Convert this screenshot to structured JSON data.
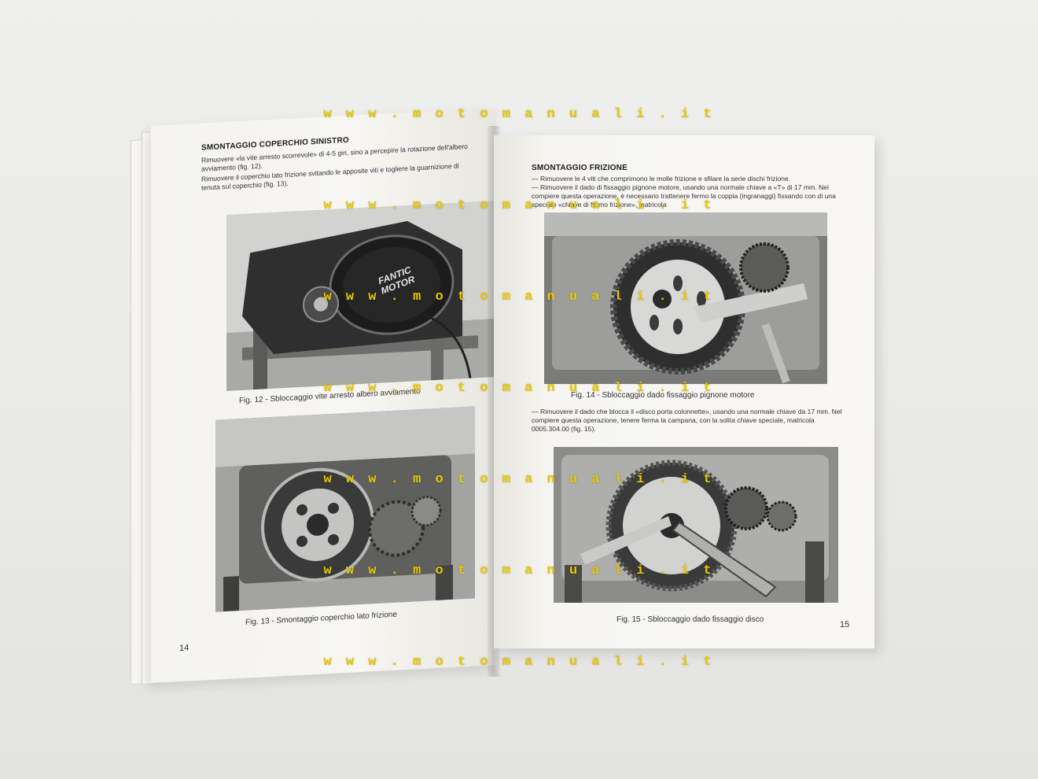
{
  "watermark": "w w w . m o t o m a n u a l i . i t",
  "left_page": {
    "heading": "SMONTAGGIO COPERCHIO SINISTRO",
    "para1": "Rimuovere «la vite arresto scorrevole» di 4-5 giri, sino a percepire la rotazione dell'albero avviamento (fig. 12).",
    "para2": "Rimuovere il coperchio lato frizione svitando le apposite viti e togliere la guarnizione di tenuta sul coperchio (fig. 13).",
    "logo_line1": "FANTIC",
    "logo_line2": "MOTOR",
    "caption_fig12": "Fig. 12 - Sbloccaggio vite arresto albero avviamento",
    "caption_fig13": "Fig. 13 - Smontaggio coperchio lato frizione",
    "page_number": "14"
  },
  "right_page": {
    "heading": "SMONTAGGIO FRIZIONE",
    "item1": "— Rimuovere le 4 viti che comprimono le molle frizione e sfilare la serie dischi frizione.",
    "item2": "— Rimuovere il dado di fissaggio pignone motore, usando una normale chiave a «T» di 17 mm. Nel compiere questa operazione, è necessario trattenere fermo la coppia (ingranaggi) fissando con di una speciale «chiave di fermo frizione», matricola",
    "caption_fig14": "Fig. 14 - Sbloccaggio dado fissaggio pignone motore",
    "item3": "— Rimuovere il dado che blocca il «disco porta colonnette», usando una normale chiave da 17 mm. Nel compiere questa operazione, tenere ferma la campana, con la solita chiave speciale, matricola 0005.304.00 (fig. 15).",
    "caption_fig15": "Fig. 15 - Sbloccaggio dado fissaggio disco",
    "page_number": "15"
  }
}
